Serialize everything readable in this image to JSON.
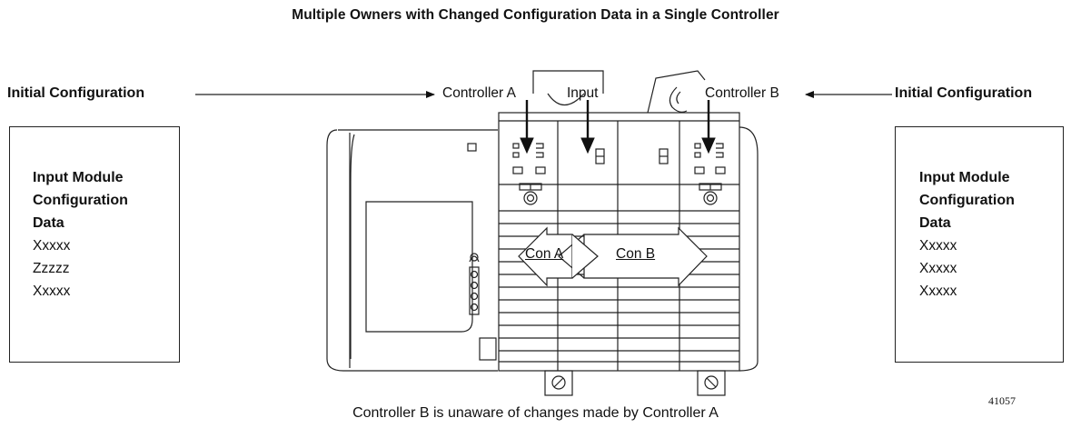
{
  "title": "Multiple Owners with Changed Configuration Data in a Single Controller",
  "left_label": "Initial Configuration",
  "right_label": "Initial Configuration",
  "slot_labels": {
    "controller_a": "Controller A",
    "input": "Input",
    "controller_b": "Controller B"
  },
  "left_box": {
    "header": [
      "Input Module",
      "Configuration",
      "Data"
    ],
    "values": [
      "Xxxxx",
      "Zzzzz",
      "Xxxxx"
    ]
  },
  "right_box": {
    "header": [
      "Input Module",
      "Configuration",
      "Data"
    ],
    "values": [
      "Xxxxx",
      "Xxxxx",
      "Xxxxx"
    ]
  },
  "connections": {
    "con_a": "Con A",
    "con_b": "Con B"
  },
  "caption": "Controller B is unaware of changes made by Controller A",
  "figure_number": "41057"
}
